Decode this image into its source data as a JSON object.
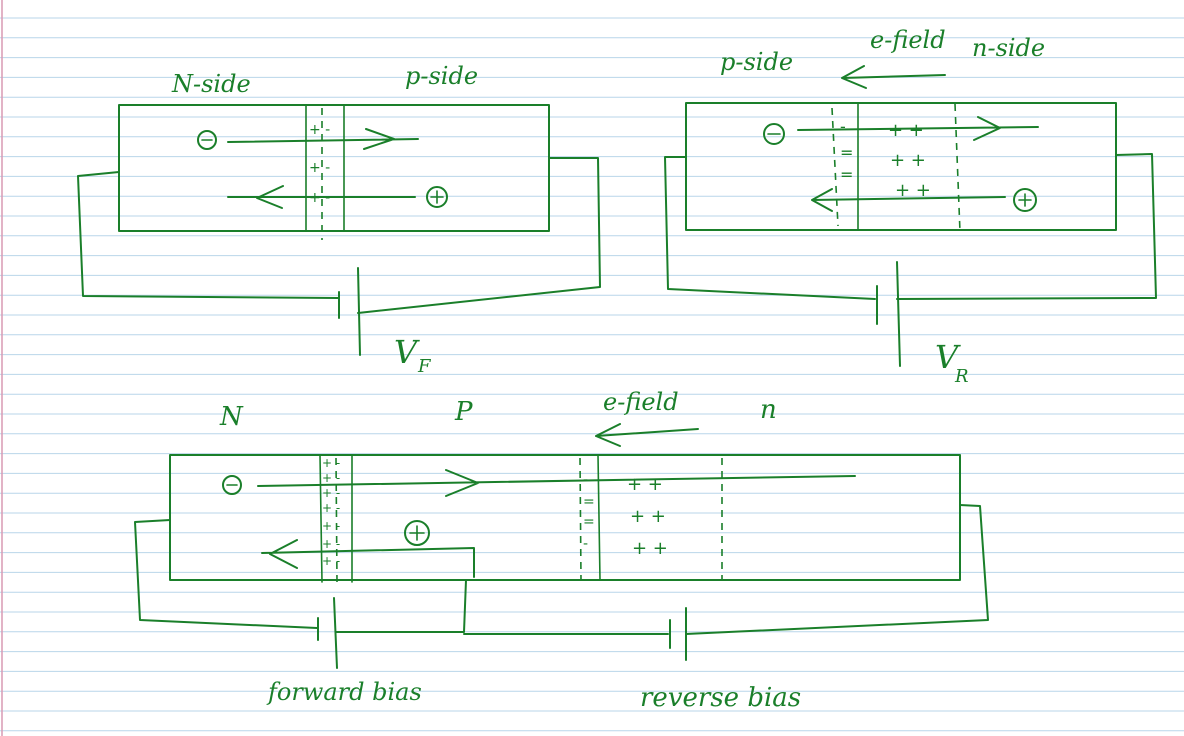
{
  "labels": {
    "fwd_n_side": "N-side",
    "fwd_p_side": "p-side",
    "fwd_voltage_main": "V",
    "fwd_voltage_sub": "F",
    "rev_p_side": "p-side",
    "rev_efield": "e-field",
    "rev_n_side": "n-side",
    "rev_voltage_main": "V",
    "rev_voltage_sub": "R",
    "combo_n_left": "N",
    "combo_p": "P",
    "combo_efield": "e-field",
    "combo_n_right": "n",
    "forward_bias": "forward bias",
    "reverse_bias": "reverse bias"
  },
  "symbols": {
    "electron": "−",
    "hole": "+",
    "plus": "+",
    "minus": "-"
  },
  "colors": {
    "ink": "#1a7f2a",
    "ruled_line": "#b9d6ea",
    "margin_line": "#d99ab3",
    "paper": "#ffffff"
  }
}
